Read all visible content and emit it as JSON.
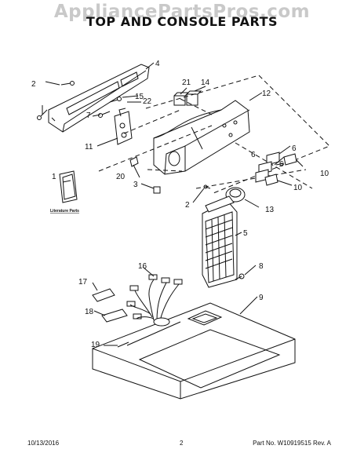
{
  "watermark": "AppliancePartsPros.com",
  "title": "TOP AND CONSOLE PARTS",
  "callouts": {
    "c1": "1",
    "c2a": "2",
    "c2b": "2",
    "c3": "3",
    "c4": "4",
    "c5": "5",
    "c6a": "6",
    "c6b": "6",
    "c6c": "6",
    "c7": "7",
    "c8": "8",
    "c9": "9",
    "c10a": "10",
    "c10b": "10",
    "c11": "11",
    "c12": "12",
    "c13": "13",
    "c14": "14",
    "c15": "15",
    "c16": "16",
    "c17": "17",
    "c18": "18",
    "c19": "19",
    "c20": "20",
    "c21": "21",
    "c22": "22"
  },
  "literature_label": "Literature Parts",
  "footer": {
    "date": "10/13/2016",
    "page": "2",
    "part_info": "Part No. W10919515  Rev. A"
  }
}
